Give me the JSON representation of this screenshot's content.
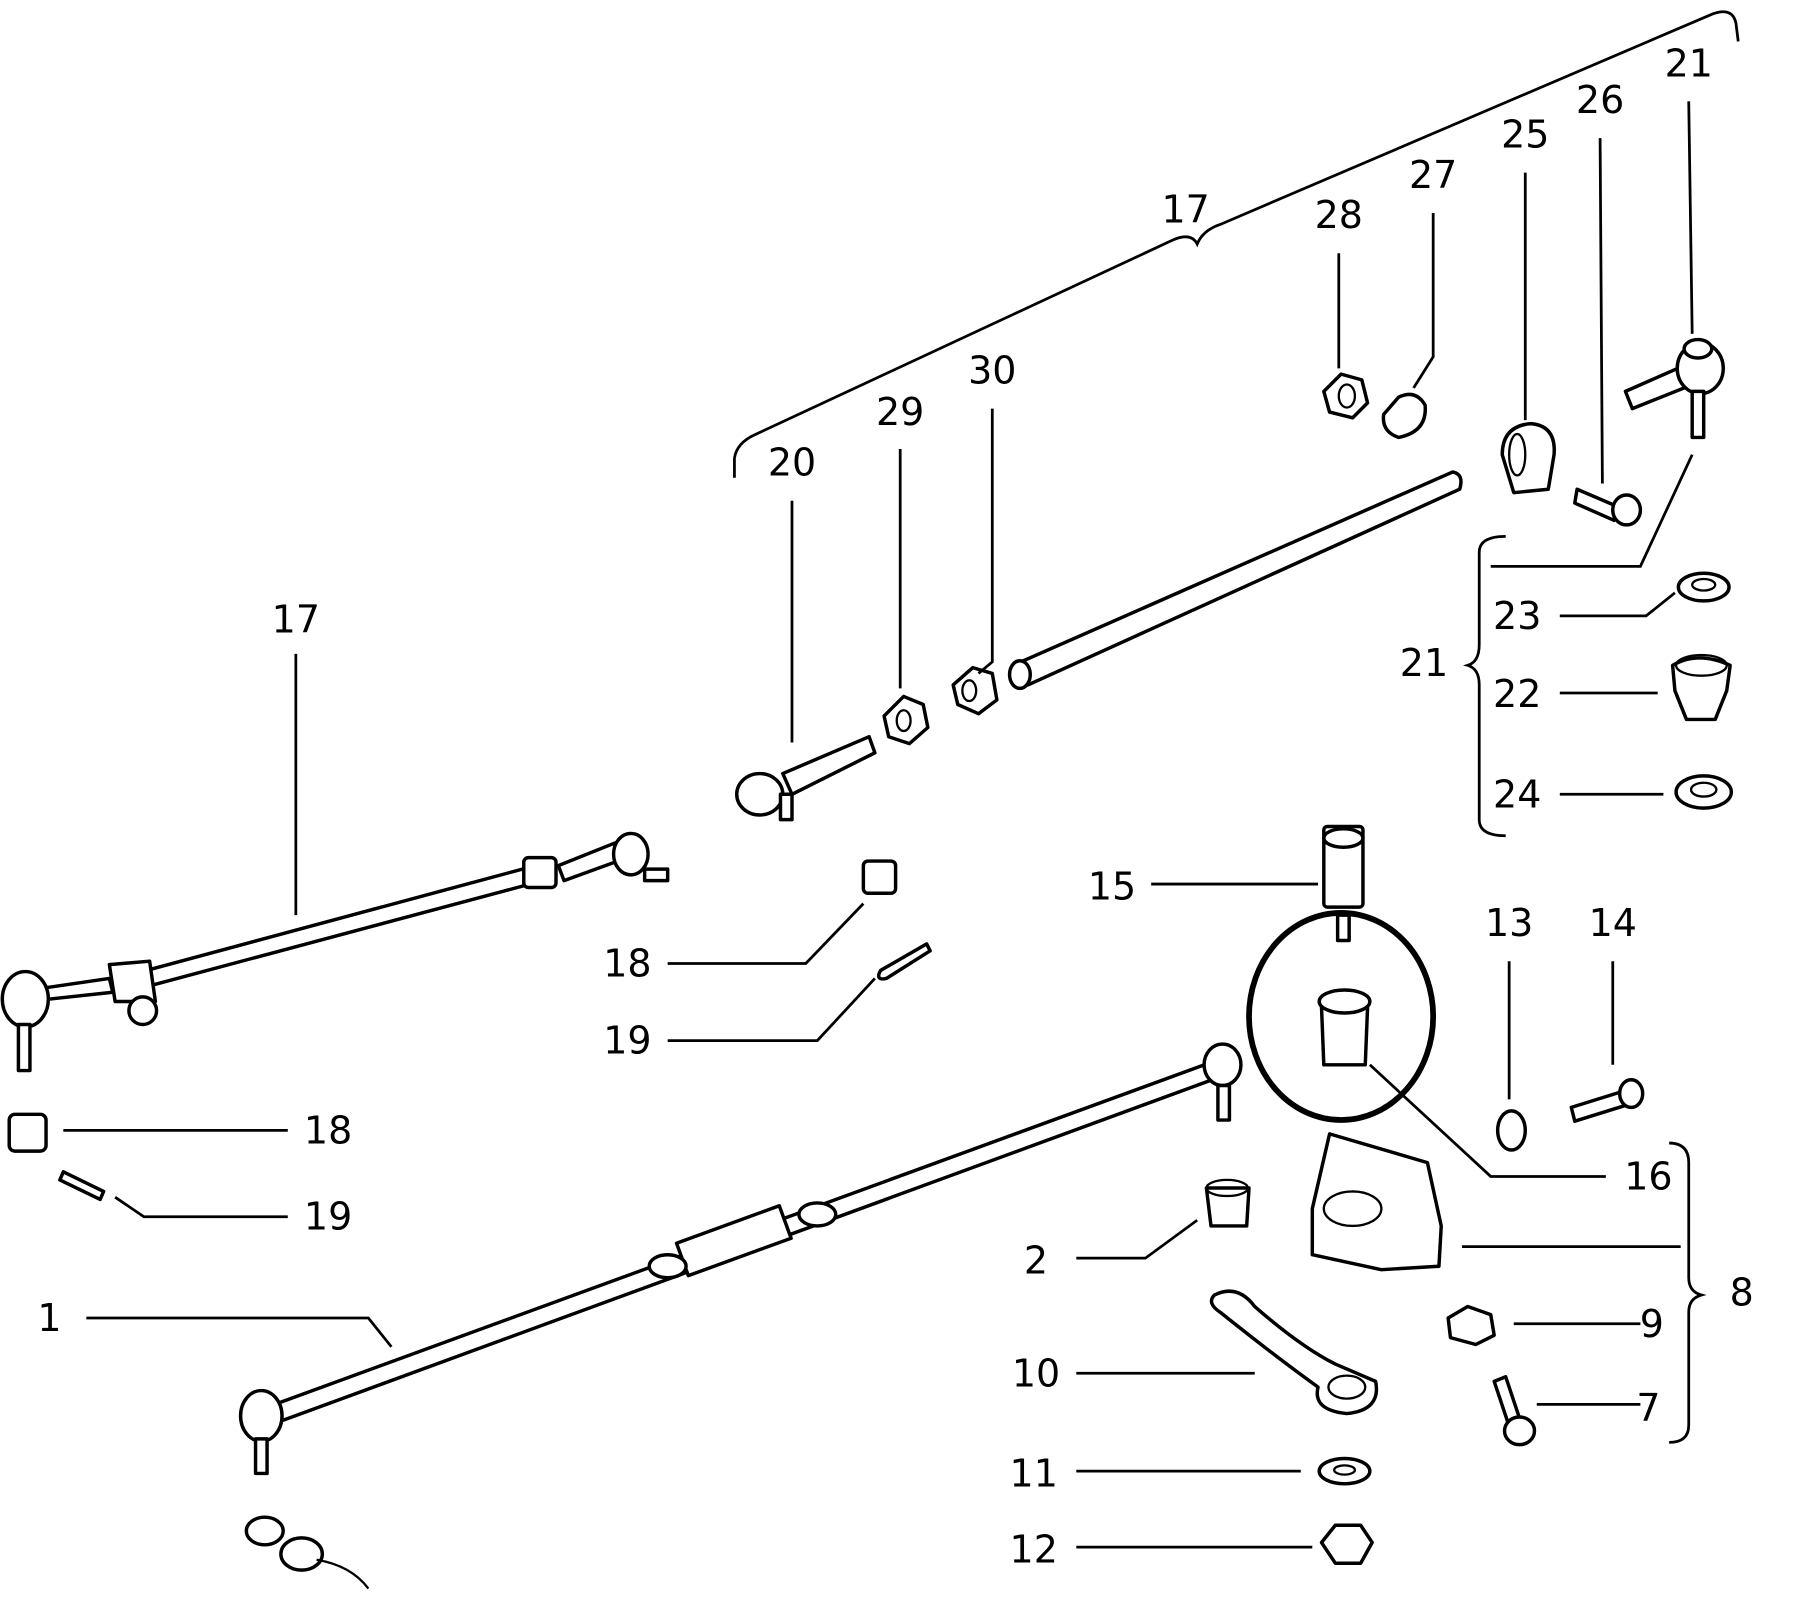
{
  "diagram": {
    "type": "exploded parts diagram",
    "highlight": {
      "shape": "circle",
      "color": "#000000",
      "encloses": "16"
    },
    "callouts": [
      "17",
      "28",
      "27",
      "25",
      "26",
      "21",
      "20",
      "29",
      "30",
      "17",
      "21",
      "23",
      "22",
      "24",
      "15",
      "13",
      "14",
      "18",
      "19",
      "18",
      "19",
      "16",
      "8",
      "9",
      "7",
      "2",
      "1",
      "10",
      "11",
      "12"
    ]
  }
}
